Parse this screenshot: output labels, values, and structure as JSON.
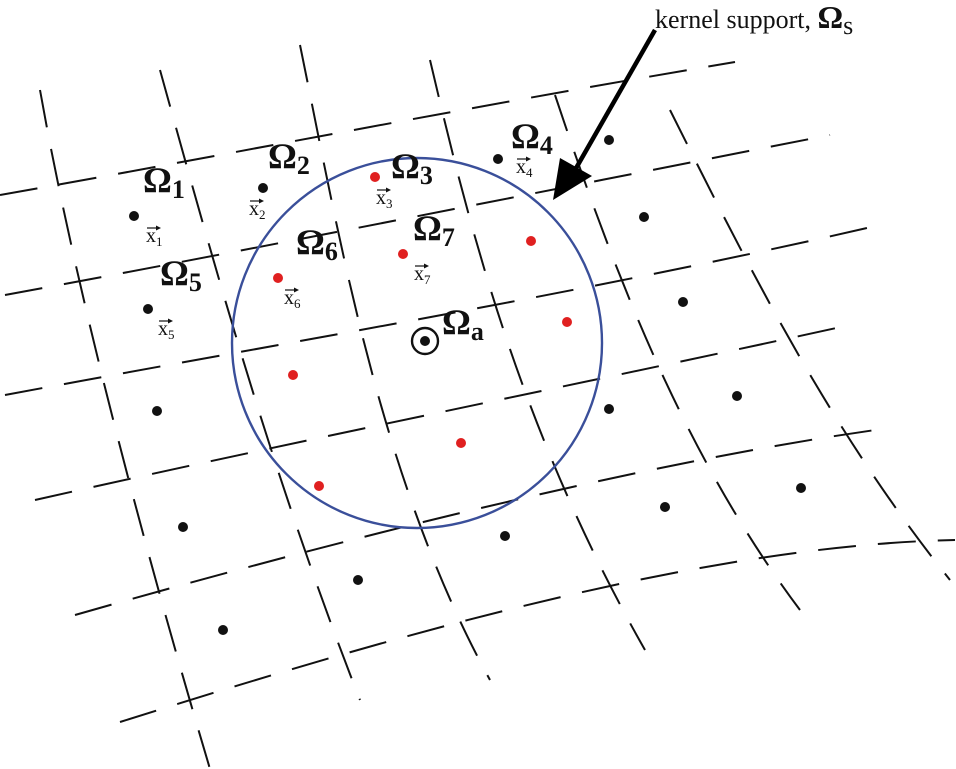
{
  "annotation": {
    "text": "kernel support, ",
    "symbol": "Ω",
    "sub": "s"
  },
  "center_label": {
    "symbol": "Ω",
    "sub": "a"
  },
  "cell_labels": [
    {
      "symbol": "Ω",
      "sub": "1",
      "point": "x",
      "point_sub": "1"
    },
    {
      "symbol": "Ω",
      "sub": "2",
      "point": "x",
      "point_sub": "2"
    },
    {
      "symbol": "Ω",
      "sub": "3",
      "point": "x",
      "point_sub": "3"
    },
    {
      "symbol": "Ω",
      "sub": "4",
      "point": "x",
      "point_sub": "4"
    },
    {
      "symbol": "Ω",
      "sub": "5",
      "point": "x",
      "point_sub": "5"
    },
    {
      "symbol": "Ω",
      "sub": "6",
      "point": "x",
      "point_sub": "6"
    },
    {
      "symbol": "Ω",
      "sub": "7",
      "point": "x",
      "point_sub": "7"
    }
  ],
  "colors": {
    "grid": "#111111",
    "node_outside": "#111111",
    "node_inside": "#e02020",
    "support_circle": "#3a4f9a",
    "arrow": "#000000"
  }
}
